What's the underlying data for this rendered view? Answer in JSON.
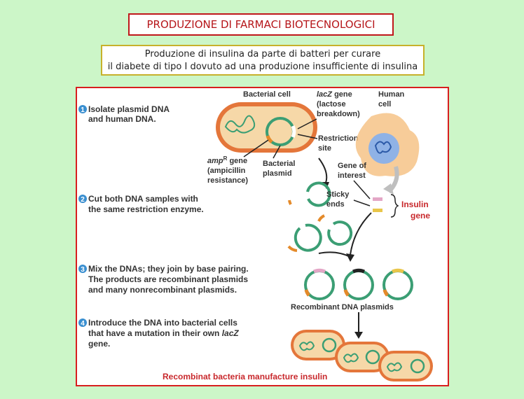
{
  "header": {
    "title": "PRODUZIONE DI FARMACI BIOTECNOLOGICI",
    "subtitle_line1": "Produzione di insulina da parte di batteri per curare",
    "subtitle_line2": "il diabete di tipo I dovuto ad una produzione insufficiente di insulina"
  },
  "steps": [
    {
      "number": "1",
      "lines": [
        "Isolate plasmid DNA",
        "and human DNA."
      ]
    },
    {
      "number": "2",
      "lines": [
        "Cut both DNA samples with",
        "the same restriction enzyme."
      ]
    },
    {
      "number": "3",
      "lines": [
        "Mix the DNAs; they join by base pairing.",
        "The products are recombinant plasmids",
        "and many nonrecombinant plasmids."
      ]
    },
    {
      "number": "4",
      "lines": [
        "Introduce the DNA into bacterial cells",
        "that have a mutation in their own ",
        "gene."
      ],
      "italic": "lacZ"
    }
  ],
  "labels": {
    "bacterial_cell": "Bacterial cell",
    "lacz_gene": "lacZ",
    "lacz_gene_rest": " gene",
    "lactose": "(lactose",
    "breakdown": "breakdown)",
    "human_cell_1": "Human",
    "human_cell_2": "cell",
    "restriction_1": "Restriction",
    "restriction_2": "site",
    "ampr": "amp",
    "ampr_sup": "R",
    "ampr_rest": " gene",
    "ampicillin_1": "(ampicillin",
    "ampicillin_2": "resistance)",
    "bacterial_plasmid_1": "Bacterial",
    "bacterial_plasmid_2": "plasmid",
    "gene_of_interest_1": "Gene of",
    "gene_of_interest_2": "interest",
    "sticky_1": "Sticky",
    "sticky_2": "ends",
    "insulin_1": "Insulin",
    "insulin_2": "gene",
    "recombinant_plasmids": "Recombinant DNA plasmids",
    "caption": "Recombinat bacteria manufacture insulin"
  },
  "colors": {
    "title_border": "#c0181b",
    "subtitle_border": "#c7b12b",
    "panel_border": "#d81e1e",
    "step_badge": "#3a8fd0",
    "plasmid": "#3b9e74",
    "orange": "#e48a2a",
    "pink": "#e3a6c6",
    "yellow": "#e9c64a",
    "cell_fill": "#f6d8a8"
  }
}
